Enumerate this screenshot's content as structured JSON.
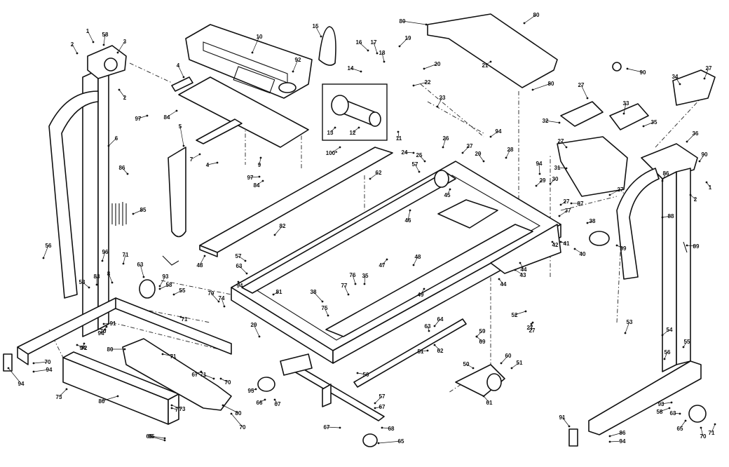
{
  "labels": [
    "1",
    "58",
    "3",
    "2",
    "2",
    "4",
    "10",
    "92",
    "15",
    "16",
    "17",
    "18",
    "19",
    "20",
    "14",
    "80",
    "80",
    "21",
    "80",
    "90",
    "27",
    "34",
    "27",
    "32",
    "33",
    "35",
    "97",
    "84",
    "5",
    "6",
    "7",
    "4",
    "9",
    "97",
    "84",
    "11",
    "12",
    "13",
    "100*",
    "22",
    "23",
    "94",
    "27",
    "26",
    "24",
    "25",
    "29",
    "28",
    "94",
    "27",
    "31",
    "36",
    "1",
    "2",
    "90",
    "30",
    "27",
    "87",
    "29",
    "27",
    "37",
    "38",
    "39",
    "40",
    "41",
    "42",
    "86",
    "44",
    "43",
    "88",
    "89",
    "45",
    "46",
    "47",
    "48",
    "48",
    "82",
    "62",
    "57",
    "27",
    "86",
    "85",
    "56",
    "96",
    "71",
    "83",
    "63",
    "93",
    "58",
    "55",
    "53",
    "8",
    "63",
    "57",
    "94",
    "81",
    "79",
    "74",
    "29",
    "38",
    "77",
    "75",
    "76",
    "35",
    "49",
    "44",
    "51",
    "52",
    "27",
    "53",
    "54",
    "55",
    "56",
    "64",
    "63",
    "60",
    "51",
    "69",
    "61",
    "50",
    "50",
    "62",
    "57",
    "59",
    "67",
    "65",
    "68",
    "67",
    "66",
    "67",
    "95",
    "70",
    "94",
    "94",
    "70",
    "73",
    "71",
    "72",
    "71",
    "73",
    "80",
    "80",
    "80",
    "70",
    "71",
    "95",
    "94",
    "91",
    "70",
    "91",
    "65",
    "94",
    "86",
    "94",
    "93",
    "58",
    "63",
    "65",
    "70",
    "71",
    "67",
    "7"
  ]
}
